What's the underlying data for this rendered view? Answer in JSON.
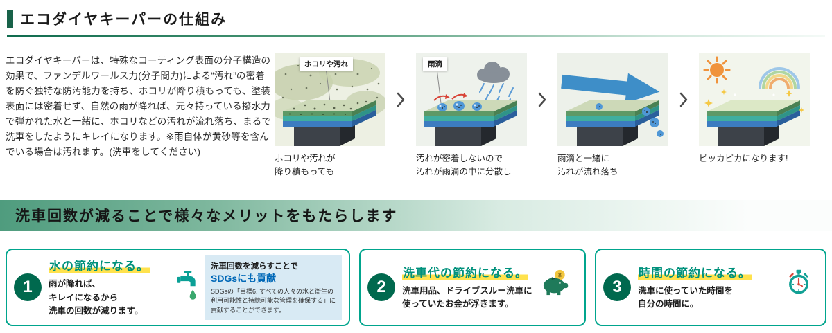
{
  "colors": {
    "header_green": "#186249",
    "card_border_teal": "#00a58d",
    "title_teal": "#00917c",
    "highlight_yellow": "#ffe24d",
    "number_circle_green": "#00694e",
    "sdgs_blue": "#0068b7",
    "sdgs_box_blue": "#d8eaf4"
  },
  "section1": {
    "title": "エコダイヤキーパーの仕組み",
    "description": "エコダイヤキーパーは、特殊なコーティング表面の分子構造の効果で、ファンデルワールス力(分子間力)による“汚れ”の密着を防ぐ独特な防汚能力を持ち、ホコリが降り積もっても、塗装表面には密着せず、自然の雨が降れば、元々持っている撥水力で弾かれた水と一緒に、ホコリなどの汚れが流れ落ち、まるで洗車をしたようにキレイになります。※雨自体が黄砂等を含んでいる場合は汚れます。(洗車をしてください)",
    "separator_icon": "chevron-right-icon",
    "steps": [
      {
        "icon": "dusty-panel-illustration",
        "label": "ホコリや汚れ",
        "caption": "ホコリや汚れが\n降り積もっても"
      },
      {
        "icon": "rain-panel-illustration",
        "label": "雨滴",
        "caption": "汚れが密着しないので\n汚れが雨滴の中に分散し"
      },
      {
        "icon": "flow-panel-illustration",
        "caption": "雨滴と一緒に\n汚れが流れ落ち"
      },
      {
        "icon": "shiny-panel-illustration",
        "caption": "ピッカピカになります!"
      }
    ]
  },
  "section2": {
    "title": "洗車回数が減ることで様々なメリットをもたらします",
    "cards": [
      {
        "number": "1",
        "title": "水の節約になる。",
        "body": "雨が降れば、\nキレイになるから\n洗車の回数が減ります。",
        "icon": "faucet-water-icon",
        "sdgs": {
          "line1": "洗車回数を減らすことで",
          "line2": "SDGsにも貢献",
          "note": "SDGsの「目標6. すべての人々の水と衛生の利用可能性と持続可能な管理を確保する」に貢献することができます。"
        }
      },
      {
        "number": "2",
        "title": "洗車代の節約になる。",
        "body": "洗車用品、ドライブスルー洗車に\n使っていたお金が浮きます。",
        "icon": "piggy-bank-icon",
        "coin_symbol": "¥"
      },
      {
        "number": "3",
        "title": "時間の節約になる。",
        "body": "洗車に使っていた時間を\n自分の時間に。",
        "icon": "stopwatch-icon"
      }
    ]
  }
}
